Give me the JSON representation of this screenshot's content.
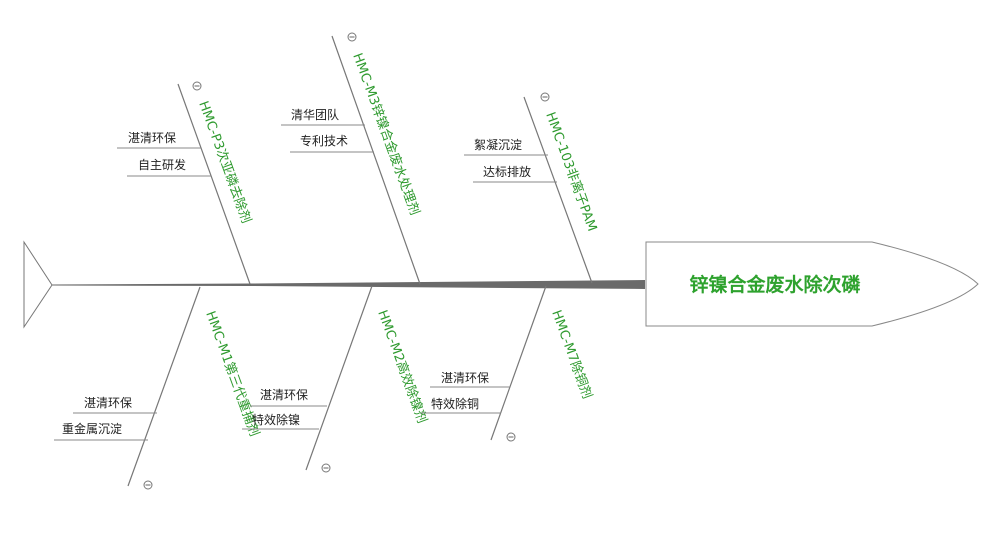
{
  "head": {
    "title": "锌镍合金废水除次磷"
  },
  "branches": [
    {
      "id": "p3",
      "label": "HMC-P3次亚磷去除剂",
      "subs": [
        "湛清环保",
        "自主研发"
      ]
    },
    {
      "id": "m3",
      "label": "HMC-M3锌镍合金废水处理剂",
      "subs": [
        "清华团队",
        "专利技术"
      ]
    },
    {
      "id": "103",
      "label": "HMC-103非离子PAM",
      "subs": [
        "絮凝沉淀",
        "达标排放"
      ]
    },
    {
      "id": "m1",
      "label": "HMC-M1第三代重捕剂",
      "subs": [
        "湛清环保",
        "重金属沉淀"
      ]
    },
    {
      "id": "m2",
      "label": "HMC-M2高效除镍剂",
      "subs": [
        "湛清环保",
        "特效除镍"
      ]
    },
    {
      "id": "m7",
      "label": "HMC-M7除铜剂",
      "subs": [
        "湛清环保",
        "特效除铜"
      ]
    }
  ]
}
